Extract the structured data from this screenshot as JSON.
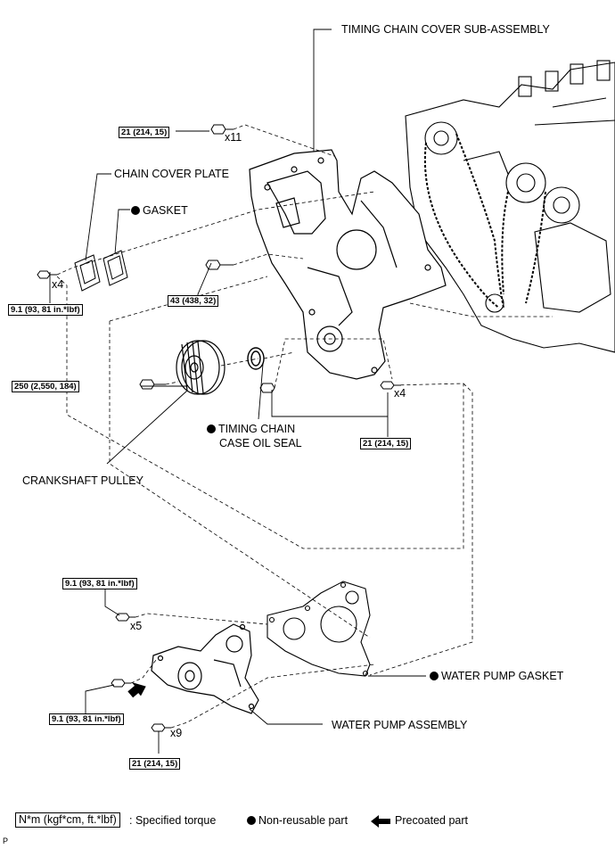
{
  "labels": {
    "timing_chain_cover": "TIMING CHAIN COVER SUB-ASSEMBLY",
    "chain_cover_plate": "CHAIN COVER PLATE",
    "gasket": "GASKET",
    "oil_seal_line1": "TIMING CHAIN",
    "oil_seal_line2": "CASE OIL SEAL",
    "crankshaft_pulley": "CRANKSHAFT PULLEY",
    "water_pump_gasket": "WATER PUMP GASKET",
    "water_pump_assembly": "WATER PUMP ASSEMBLY"
  },
  "torques": {
    "t1": "21 (214, 15)",
    "t2": "9.1 (93, 81 in.*lbf)",
    "t3": "43 (438, 32)",
    "t4": "250 (2,550, 184)",
    "t5": "21 (214, 15)",
    "t6": "9.1 (93, 81 in.*lbf)",
    "t7": "9.1 (93, 81 in.*lbf)",
    "t8": "21 (214, 15)"
  },
  "quantities": {
    "q11": "x11",
    "q4a": "x4",
    "q4b": "x4",
    "q5": "x5",
    "q9": "x9"
  },
  "legend": {
    "torque_units": "N*m (kgf*cm, ft.*lbf)",
    "torque_desc": ": Specified torque",
    "non_reusable": "Non-reusable part",
    "precoated": "Precoated part"
  },
  "corner_mark": "P"
}
